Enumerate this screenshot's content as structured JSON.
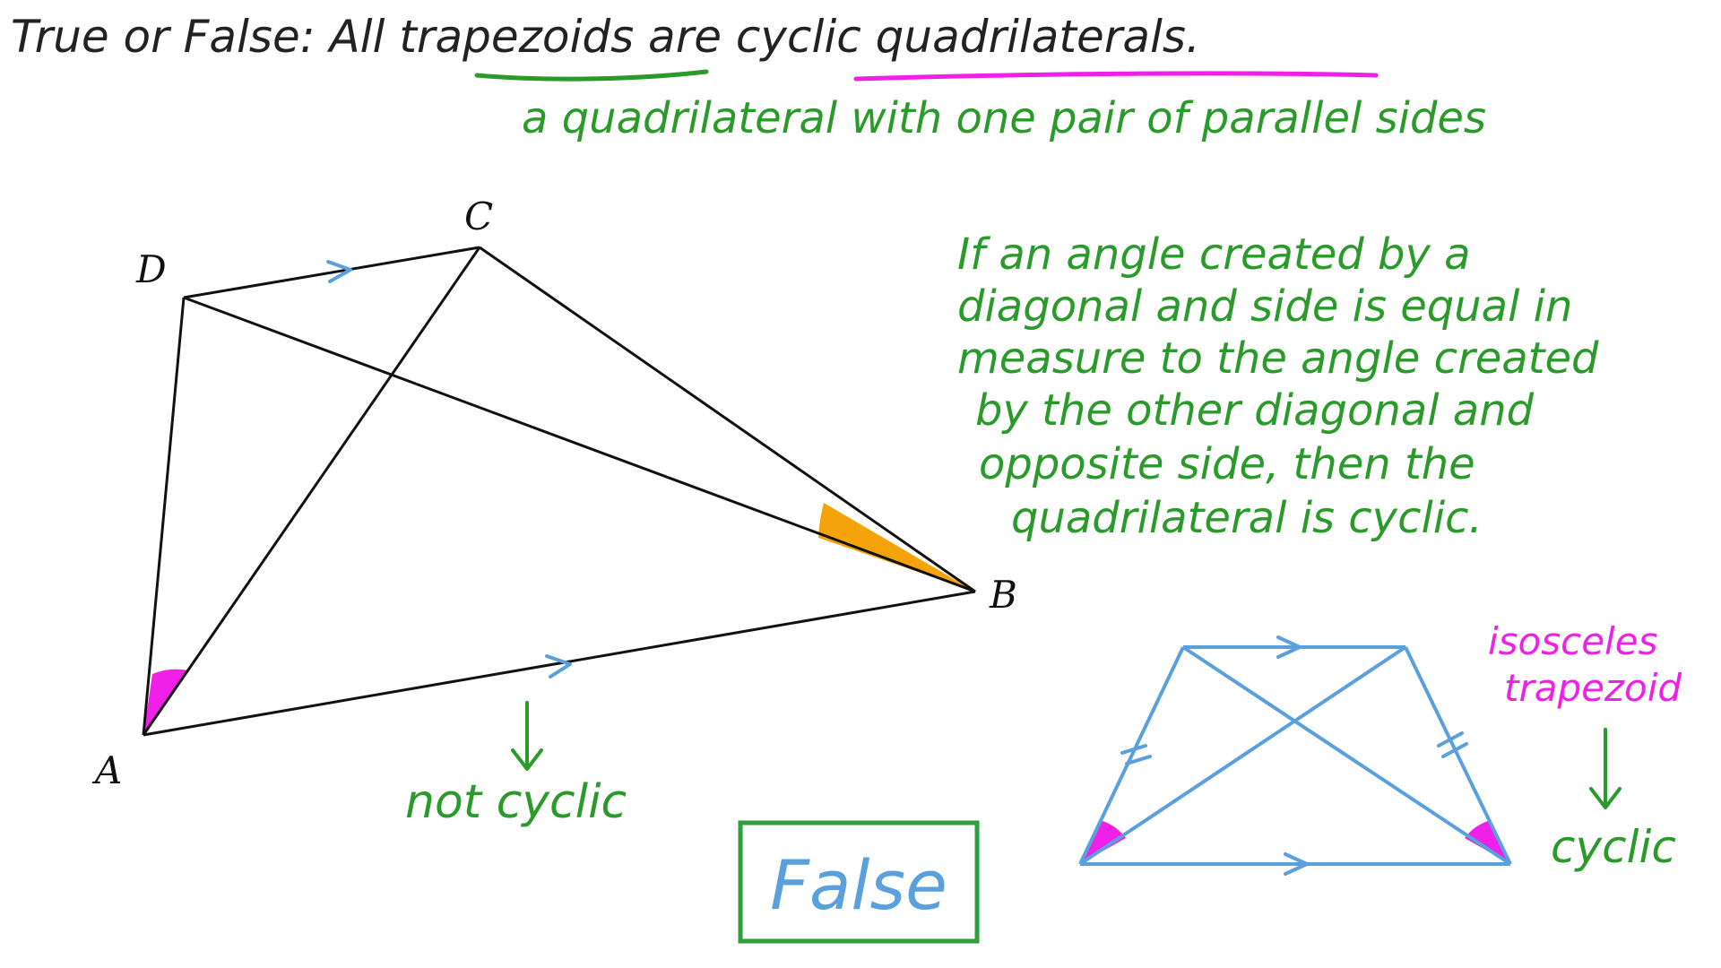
{
  "colors": {
    "ink": "#222222",
    "green": "#2a9a2a",
    "magenta": "#f020e8",
    "blue": "#5aa0dc",
    "orange": "#f5a30a",
    "box_green": "#2f9e3c"
  },
  "question": {
    "text_before": "True or False: All ",
    "word_trapezoids": "trapezoids",
    "word_are": " are ",
    "word_cyclic_quadrilaterals": "cyclic quadrilaterals",
    "period": "."
  },
  "definition": "a quadrilateral with one pair of parallel sides",
  "rule_lines": [
    "If an angle created by a",
    "diagonal and side is equal in",
    "measure to the angle created",
    "by the other diagonal and",
    "opposite side, then the",
    "quadrilateral is cyclic."
  ],
  "figure1": {
    "vertex_labels": [
      "A",
      "B",
      "C",
      "D"
    ],
    "conclusion": "not cyclic",
    "arrow_icon": "down-arrow-icon"
  },
  "figure2": {
    "name_line1": "isosceles",
    "name_line2": "trapezoid",
    "conclusion": "cyclic",
    "arrow_icon": "down-arrow-icon"
  },
  "answer": "False"
}
